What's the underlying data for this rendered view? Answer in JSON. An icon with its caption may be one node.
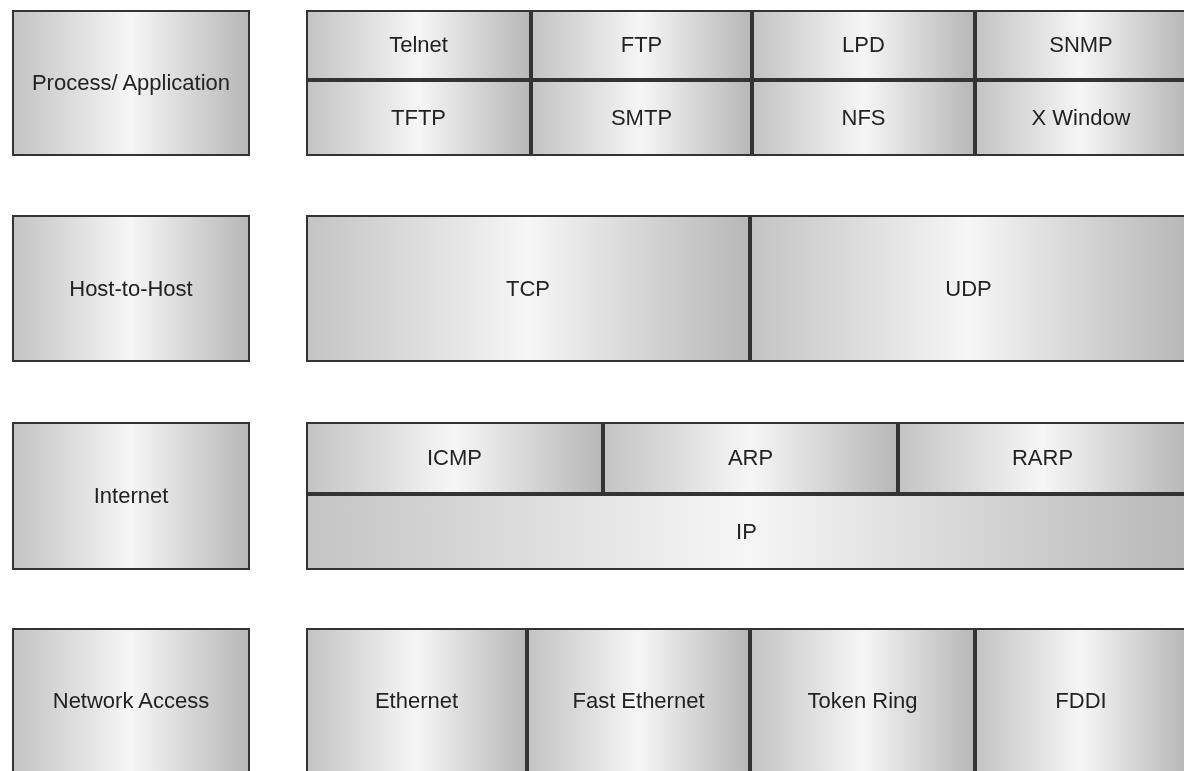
{
  "diagram": {
    "nodes": [
      {
        "text": [
          "Process/ Application"
        ]
      },
      {
        "text": [
          "Telnet"
        ]
      },
      {
        "text": [
          "FTP"
        ]
      },
      {
        "text": [
          "LPD"
        ]
      },
      {
        "text": [
          "SNMP"
        ]
      },
      {
        "text": [
          "TFTP"
        ]
      },
      {
        "text": [
          "SMTP"
        ]
      },
      {
        "text": [
          "NFS"
        ]
      },
      {
        "text": [
          "X Window"
        ]
      },
      {
        "text": [
          "Host-to-Host"
        ]
      },
      {
        "text": [
          "TCP"
        ]
      },
      {
        "text": [
          "UDP"
        ]
      },
      {
        "text": [
          "Internet"
        ]
      },
      {
        "text": [
          "ICMP"
        ]
      },
      {
        "text": [
          "ARP"
        ]
      },
      {
        "text": [
          "RARP"
        ]
      },
      {
        "text": [
          "IP"
        ]
      },
      {
        "text": [
          "Network Access"
        ]
      },
      {
        "text": [
          "Ethernet"
        ]
      },
      {
        "text": [
          "Fast Ethernet"
        ]
      },
      {
        "text": [
          "Token Ring"
        ]
      },
      {
        "text": [
          "FDDI"
        ]
      }
    ]
  }
}
